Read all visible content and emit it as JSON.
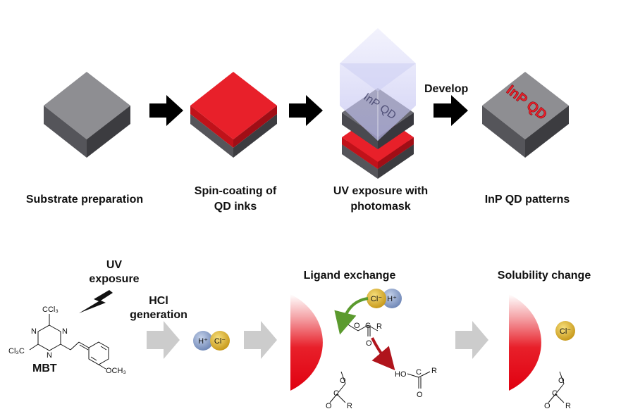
{
  "top_steps": [
    {
      "line1": "Substrate preparation",
      "line2": ""
    },
    {
      "line1": "Spin-coating of",
      "line2": "QD inks"
    },
    {
      "line1": "UV exposure with",
      "line2": "photomask"
    },
    {
      "line1": "InP QD patterns",
      "line2": ""
    }
  ],
  "develop_label": "Develop",
  "mask_text": "InP QD",
  "pattern_text": "InP QD",
  "uv_label": {
    "line1": "UV",
    "line2": "exposure"
  },
  "hcl_label": {
    "line1": "HCl",
    "line2": "generation"
  },
  "mbt_label": "MBT",
  "ligand_exchange_title": "Ligand exchange",
  "solubility_title": "Solubility change",
  "ions": {
    "proton": "H⁺",
    "chloride": "Cl⁻"
  },
  "chem": {
    "ccl3": "CCl₃",
    "cl3c": "Cl₃C",
    "n": "N",
    "och3": "OCH₃",
    "o": "O",
    "c": "C",
    "r": "R",
    "hooc": "HO"
  },
  "colors": {
    "substrate": "#8e8e92",
    "qd_red": "#e8202a",
    "arrow_black": "#000000",
    "arrow_gray": "#cccccc",
    "mask_blue": "#9b9cd6",
    "proton_blue": "#8aa0c8",
    "chloride_gold": "#e0b83a",
    "green_arrow": "#5b9a2e",
    "dark_red_arrow": "#b0141c"
  }
}
